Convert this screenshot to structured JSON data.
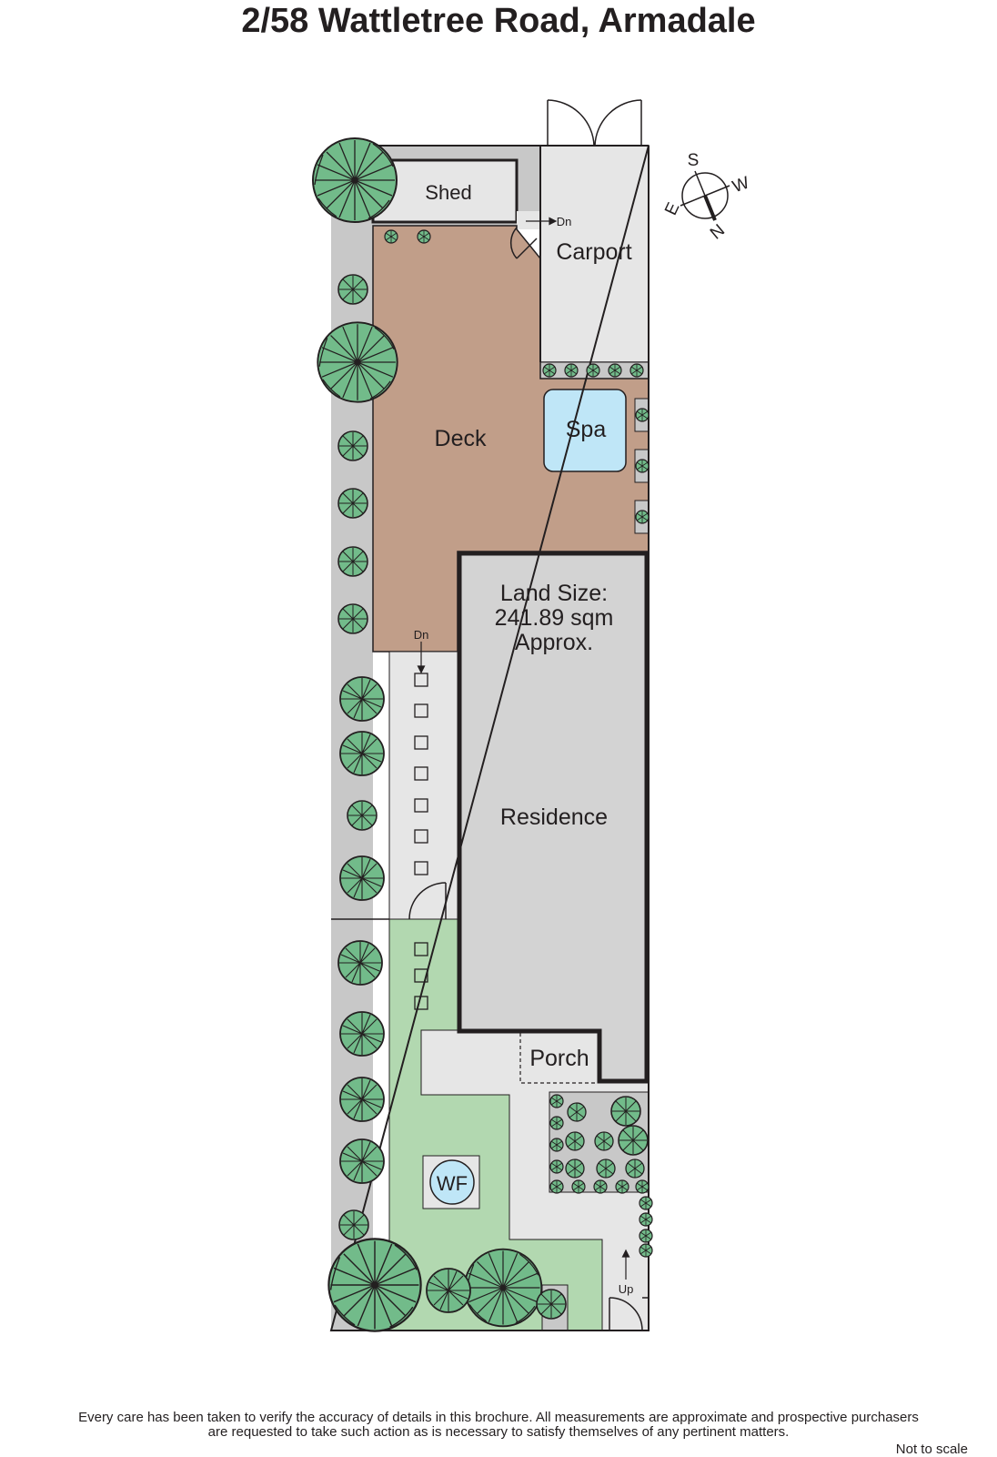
{
  "title": "2/58 Wattletree Road, Armadale",
  "rooms": {
    "shed": "Shed",
    "carport": "Carport",
    "deck": "Deck",
    "spa": "Spa",
    "land_size": [
      "Land Size:",
      "241.89 sqm",
      "Approx."
    ],
    "residence": "Residence",
    "porch": "Porch",
    "wf": "WF"
  },
  "stairs": {
    "dn_carport": "Dn",
    "dn_deck": "Dn",
    "up": "Up"
  },
  "compass": {
    "s": "S",
    "w": "W",
    "e": "E",
    "n": "N"
  },
  "colors": {
    "deck": "#c19e89",
    "lawn": "#b2d8b0",
    "paving": "#e6e6e6",
    "garden_bed": "#c8c8c8",
    "residence": "#d3d3d3",
    "spa": "#bfe6f7",
    "tree": "#72bb8a"
  },
  "disclaimer": [
    "Every care has been taken to verify the accuracy of details in this brochure.  All measurements are approximate and prospective purchasers",
    "are requested to take such action as is necessary to satisfy themselves of any pertinent matters."
  ],
  "scale_note": "Not to scale"
}
